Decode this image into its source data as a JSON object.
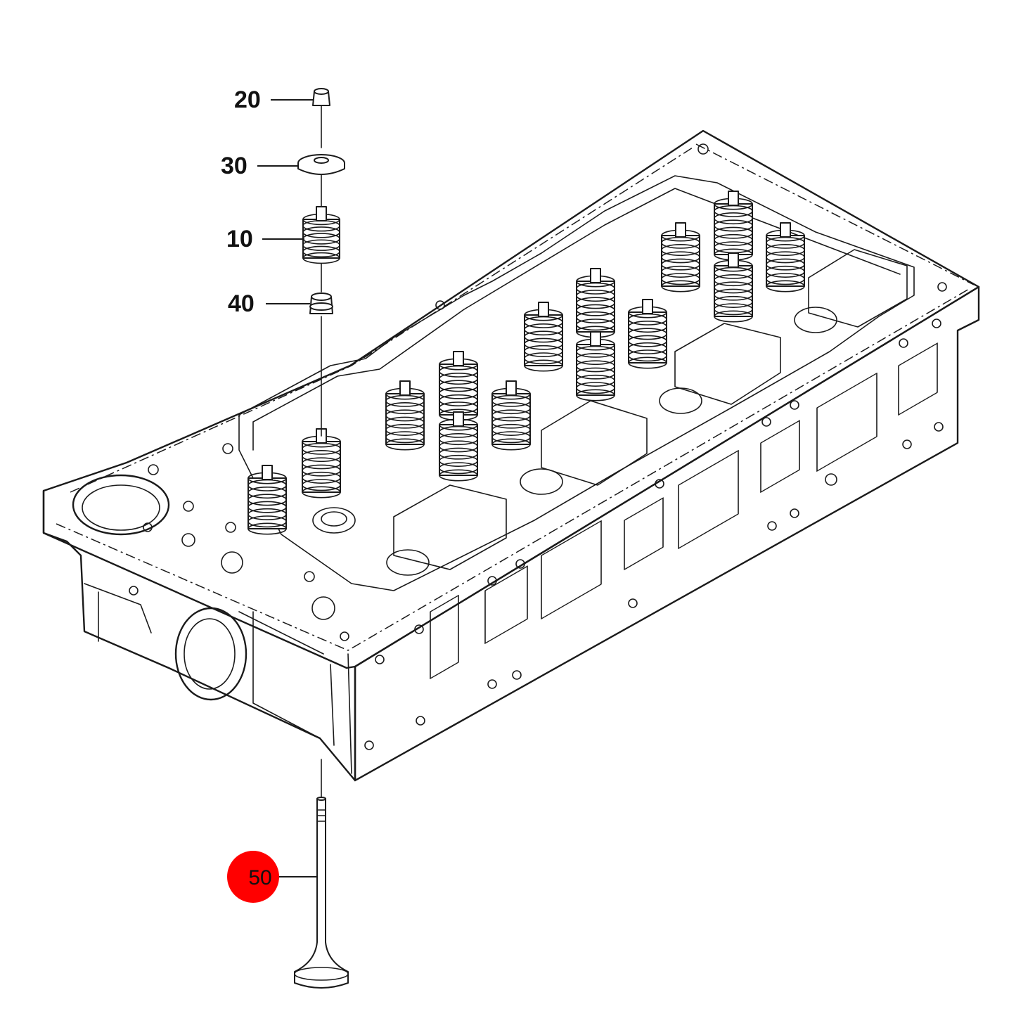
{
  "diagram": {
    "callouts": [
      {
        "id": "c20",
        "text": "20",
        "highlighted": false
      },
      {
        "id": "c30",
        "text": "30",
        "highlighted": false
      },
      {
        "id": "c10",
        "text": "10",
        "highlighted": false
      },
      {
        "id": "c40",
        "text": "40",
        "highlighted": false
      },
      {
        "id": "c50",
        "text": "50",
        "highlighted": true
      }
    ],
    "colors": {
      "highlight": "#ff0000",
      "line": "#1a1a1a",
      "background": "#ffffff"
    }
  }
}
